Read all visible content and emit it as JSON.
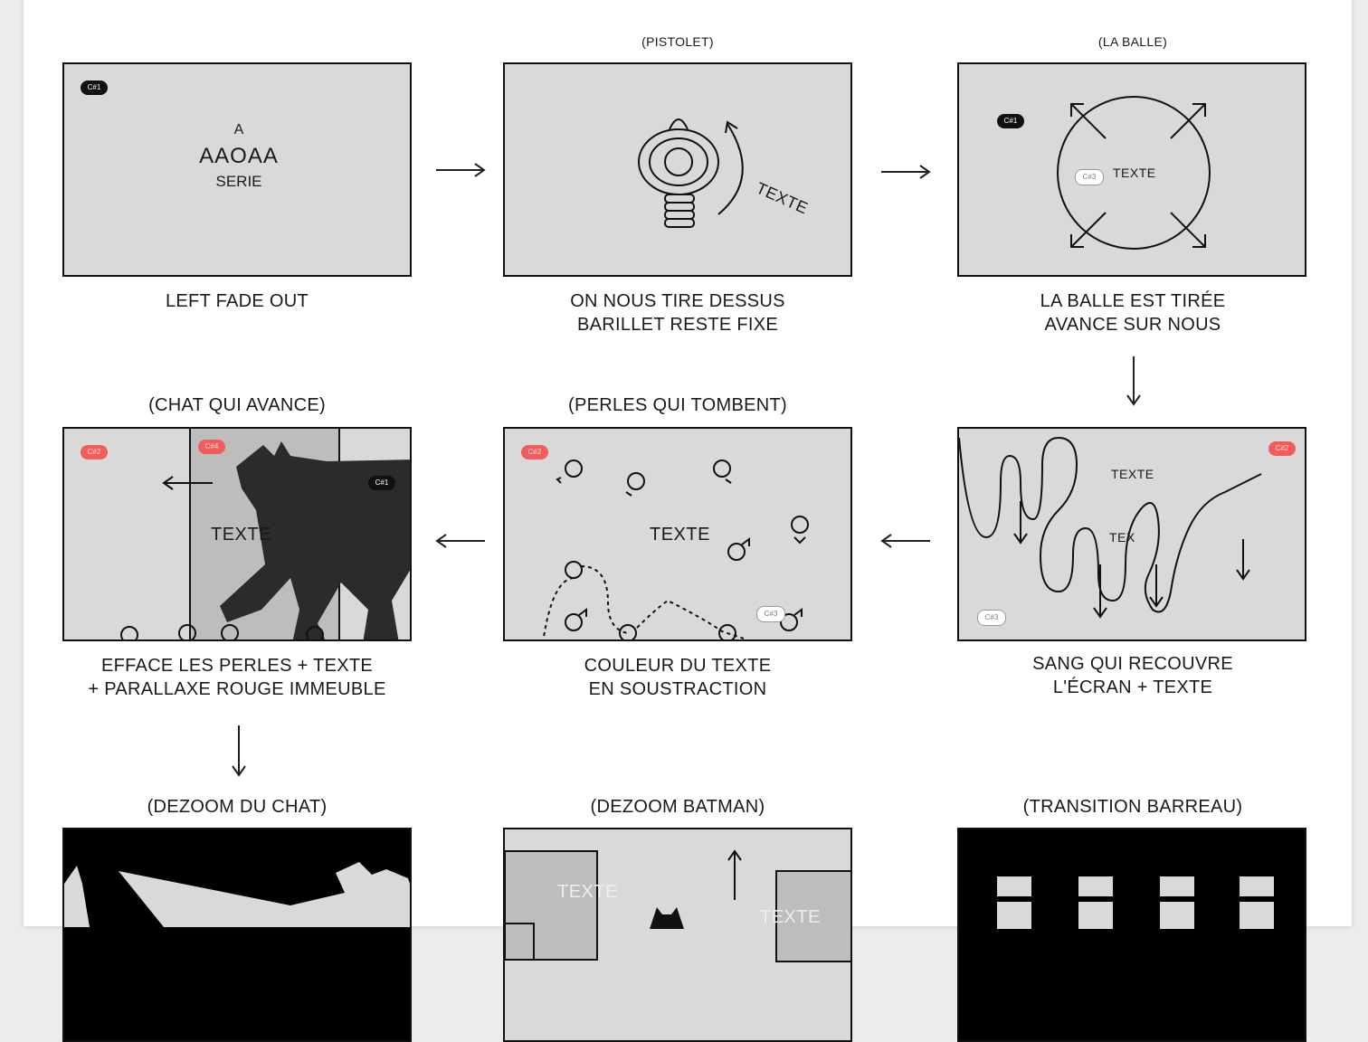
{
  "row1": {
    "panel1": {
      "title": "",
      "line_a": "A",
      "line_b": "AAOAA",
      "line_c": "SERIE",
      "badge": "C#1",
      "caption": "LEFT FADE OUT"
    },
    "panel2": {
      "title": "(PISTOLET)",
      "frame_text": "TEXTE",
      "caption": "ON NOUS TIRE DESSUS\nBARILLET RESTE FIXE"
    },
    "panel3": {
      "title": "(LA BALLE)",
      "frame_text": "TEXTE",
      "badge_dark": "C#1",
      "badge_white": "C#3",
      "caption": "LA BALLE EST TIRÉE\nAVANCE SUR NOUS"
    }
  },
  "row2": {
    "panel1": {
      "title": "(CHAT QUI AVANCE)",
      "frame_text": "TEXTE",
      "badge_red1": "C#2",
      "badge_red2": "C#4",
      "badge_dark": "C#1",
      "caption": "EFFACE LES PERLES + TEXTE\n+ PARALLAXE ROUGE IMMEUBLE"
    },
    "panel2": {
      "title": "(PERLES QUI TOMBENT)",
      "frame_text": "TEXTE",
      "badge_red": "C#2",
      "badge_white": "C#3",
      "caption": "COULEUR DU TEXTE\nEN SOUSTRACTION"
    },
    "panel3": {
      "title": "",
      "frame_text_1": "TEXTE",
      "frame_text_2": "TEX",
      "badge_red": "C#2",
      "badge_white": "C#3",
      "caption": "SANG QUI RECOUVRE\nL'ÉCRAN + TEXTE"
    }
  },
  "row3": {
    "panel1": {
      "title": "(DEZOOM DU CHAT)"
    },
    "panel2": {
      "title": "(DEZOOM BATMAN)",
      "frame_text_1": "TEXTE",
      "frame_text_2": "TEXTE"
    },
    "panel3": {
      "title": "(TRANSITION BARREAU)"
    }
  }
}
